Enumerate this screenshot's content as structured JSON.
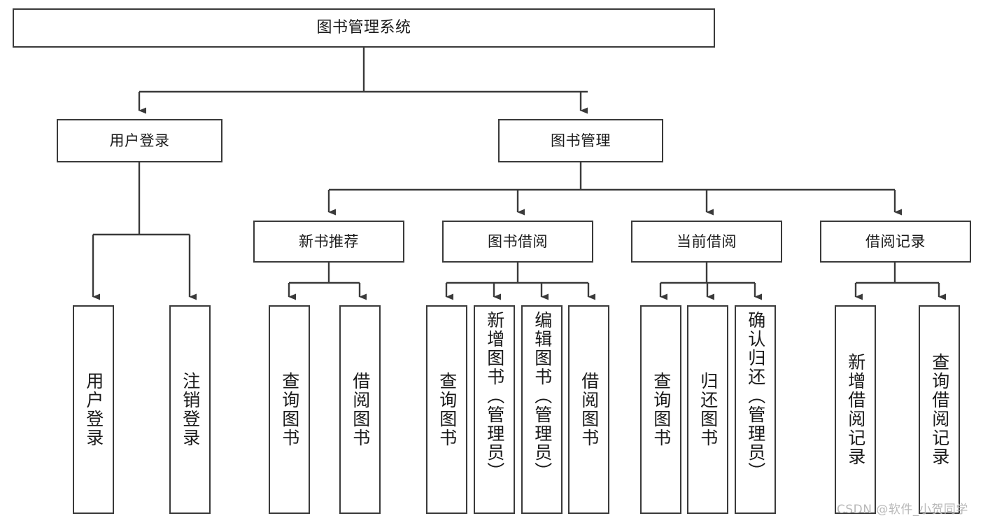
{
  "diagram": {
    "title": "图书管理系统",
    "type": "hierarchy-tree",
    "level2": [
      {
        "label": "用户登录"
      },
      {
        "label": "图书管理"
      }
    ],
    "level3": [
      {
        "label": "新书推荐"
      },
      {
        "label": "图书借阅"
      },
      {
        "label": "当前借阅"
      },
      {
        "label": "借阅记录"
      }
    ],
    "leaves": {
      "user_login": [
        {
          "label": "用户登录"
        },
        {
          "label": "注销登录"
        }
      ],
      "new_book_recommend": [
        {
          "label": "查询图书"
        },
        {
          "label": "借阅图书"
        }
      ],
      "book_borrow": [
        {
          "label": "查询图书"
        },
        {
          "label": "新增图书（管理员）"
        },
        {
          "label": "编辑图书（管理员）"
        },
        {
          "label": "借阅图书"
        }
      ],
      "current_borrow": [
        {
          "label": "查询图书"
        },
        {
          "label": "归还图书"
        },
        {
          "label": "确认归还（管理员）"
        }
      ],
      "borrow_records": [
        {
          "label": "新增借阅记录"
        },
        {
          "label": "查询借阅记录"
        }
      ]
    }
  },
  "watermark": {
    "text": "CSDN @软件_小贺同学"
  },
  "colors": {
    "border": "#3a3a3a",
    "background": "#ffffff",
    "text": "#1a1a1a",
    "watermark": "#b9b9b9"
  }
}
